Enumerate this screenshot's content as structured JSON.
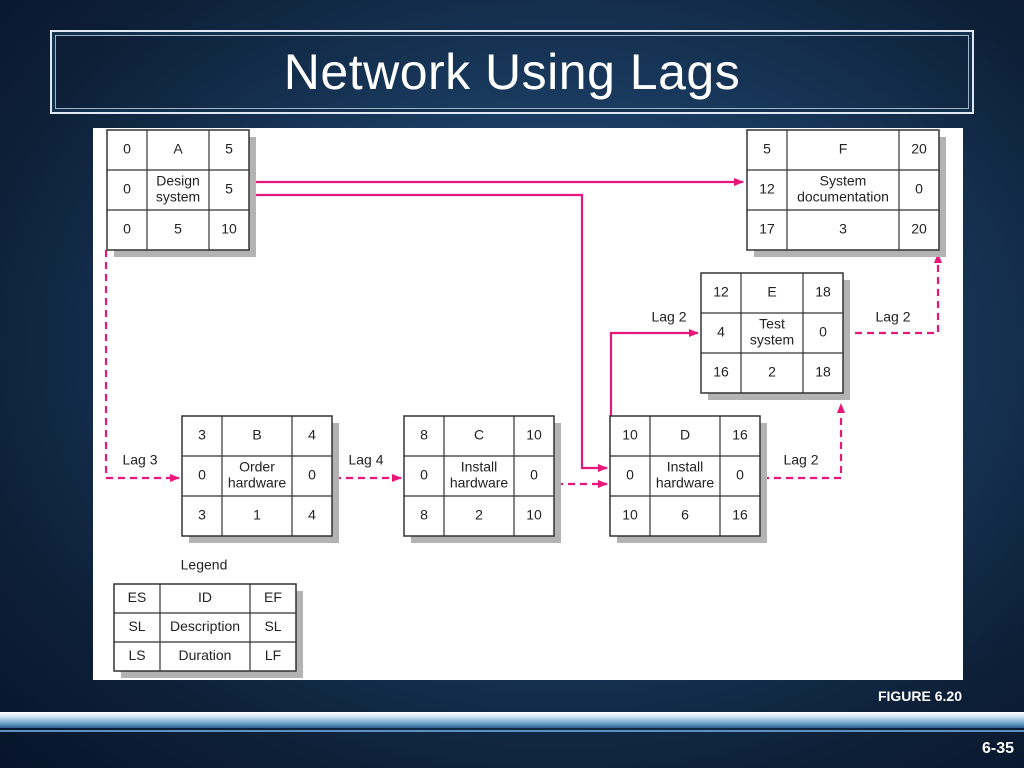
{
  "slide": {
    "title": "Network Using Lags",
    "figure_label": "FIGURE 6.20",
    "page_number": "6-35"
  },
  "colors": {
    "arrow": "#e8157a",
    "box_border": "#333333",
    "box_shadow": "#b3b3b3"
  },
  "diagram": {
    "nodes": [
      {
        "id": "A",
        "es": "0",
        "ef": "5",
        "sl_left": "0",
        "desc": [
          "Design",
          "system"
        ],
        "sl_right": "5",
        "ls": "0",
        "dur": "5",
        "lf": "10"
      },
      {
        "id": "B",
        "es": "3",
        "ef": "4",
        "sl_left": "0",
        "desc": [
          "Order",
          "hardware"
        ],
        "sl_right": "0",
        "ls": "3",
        "dur": "1",
        "lf": "4"
      },
      {
        "id": "C",
        "es": "8",
        "ef": "10",
        "sl_left": "0",
        "desc": [
          "Install",
          "hardware"
        ],
        "sl_right": "0",
        "ls": "8",
        "dur": "2",
        "lf": "10"
      },
      {
        "id": "D",
        "es": "10",
        "ef": "16",
        "sl_left": "0",
        "desc": [
          "Install",
          "hardware"
        ],
        "sl_right": "0",
        "ls": "10",
        "dur": "6",
        "lf": "16"
      },
      {
        "id": "E",
        "es": "12",
        "ef": "18",
        "sl_left": "4",
        "desc": [
          "Test",
          "system"
        ],
        "sl_right": "0",
        "ls": "16",
        "dur": "2",
        "lf": "18"
      },
      {
        "id": "F",
        "es": "5",
        "ef": "20",
        "sl_left": "12",
        "desc": [
          "System",
          "documentation"
        ],
        "sl_right": "0",
        "ls": "17",
        "dur": "3",
        "lf": "20"
      }
    ],
    "legend": {
      "title": "Legend",
      "rows": [
        [
          "ES",
          "ID",
          "EF"
        ],
        [
          "SL",
          "Description",
          "SL"
        ],
        [
          "LS",
          "Duration",
          "LF"
        ]
      ]
    },
    "lag_labels": [
      {
        "key": "a_b",
        "text": "Lag 3"
      },
      {
        "key": "b_c",
        "text": "Lag 4"
      },
      {
        "key": "d_e",
        "text": "Lag 2"
      },
      {
        "key": "e_f",
        "text": "Lag 2"
      },
      {
        "key": "d_after",
        "text": "Lag 2"
      }
    ]
  }
}
